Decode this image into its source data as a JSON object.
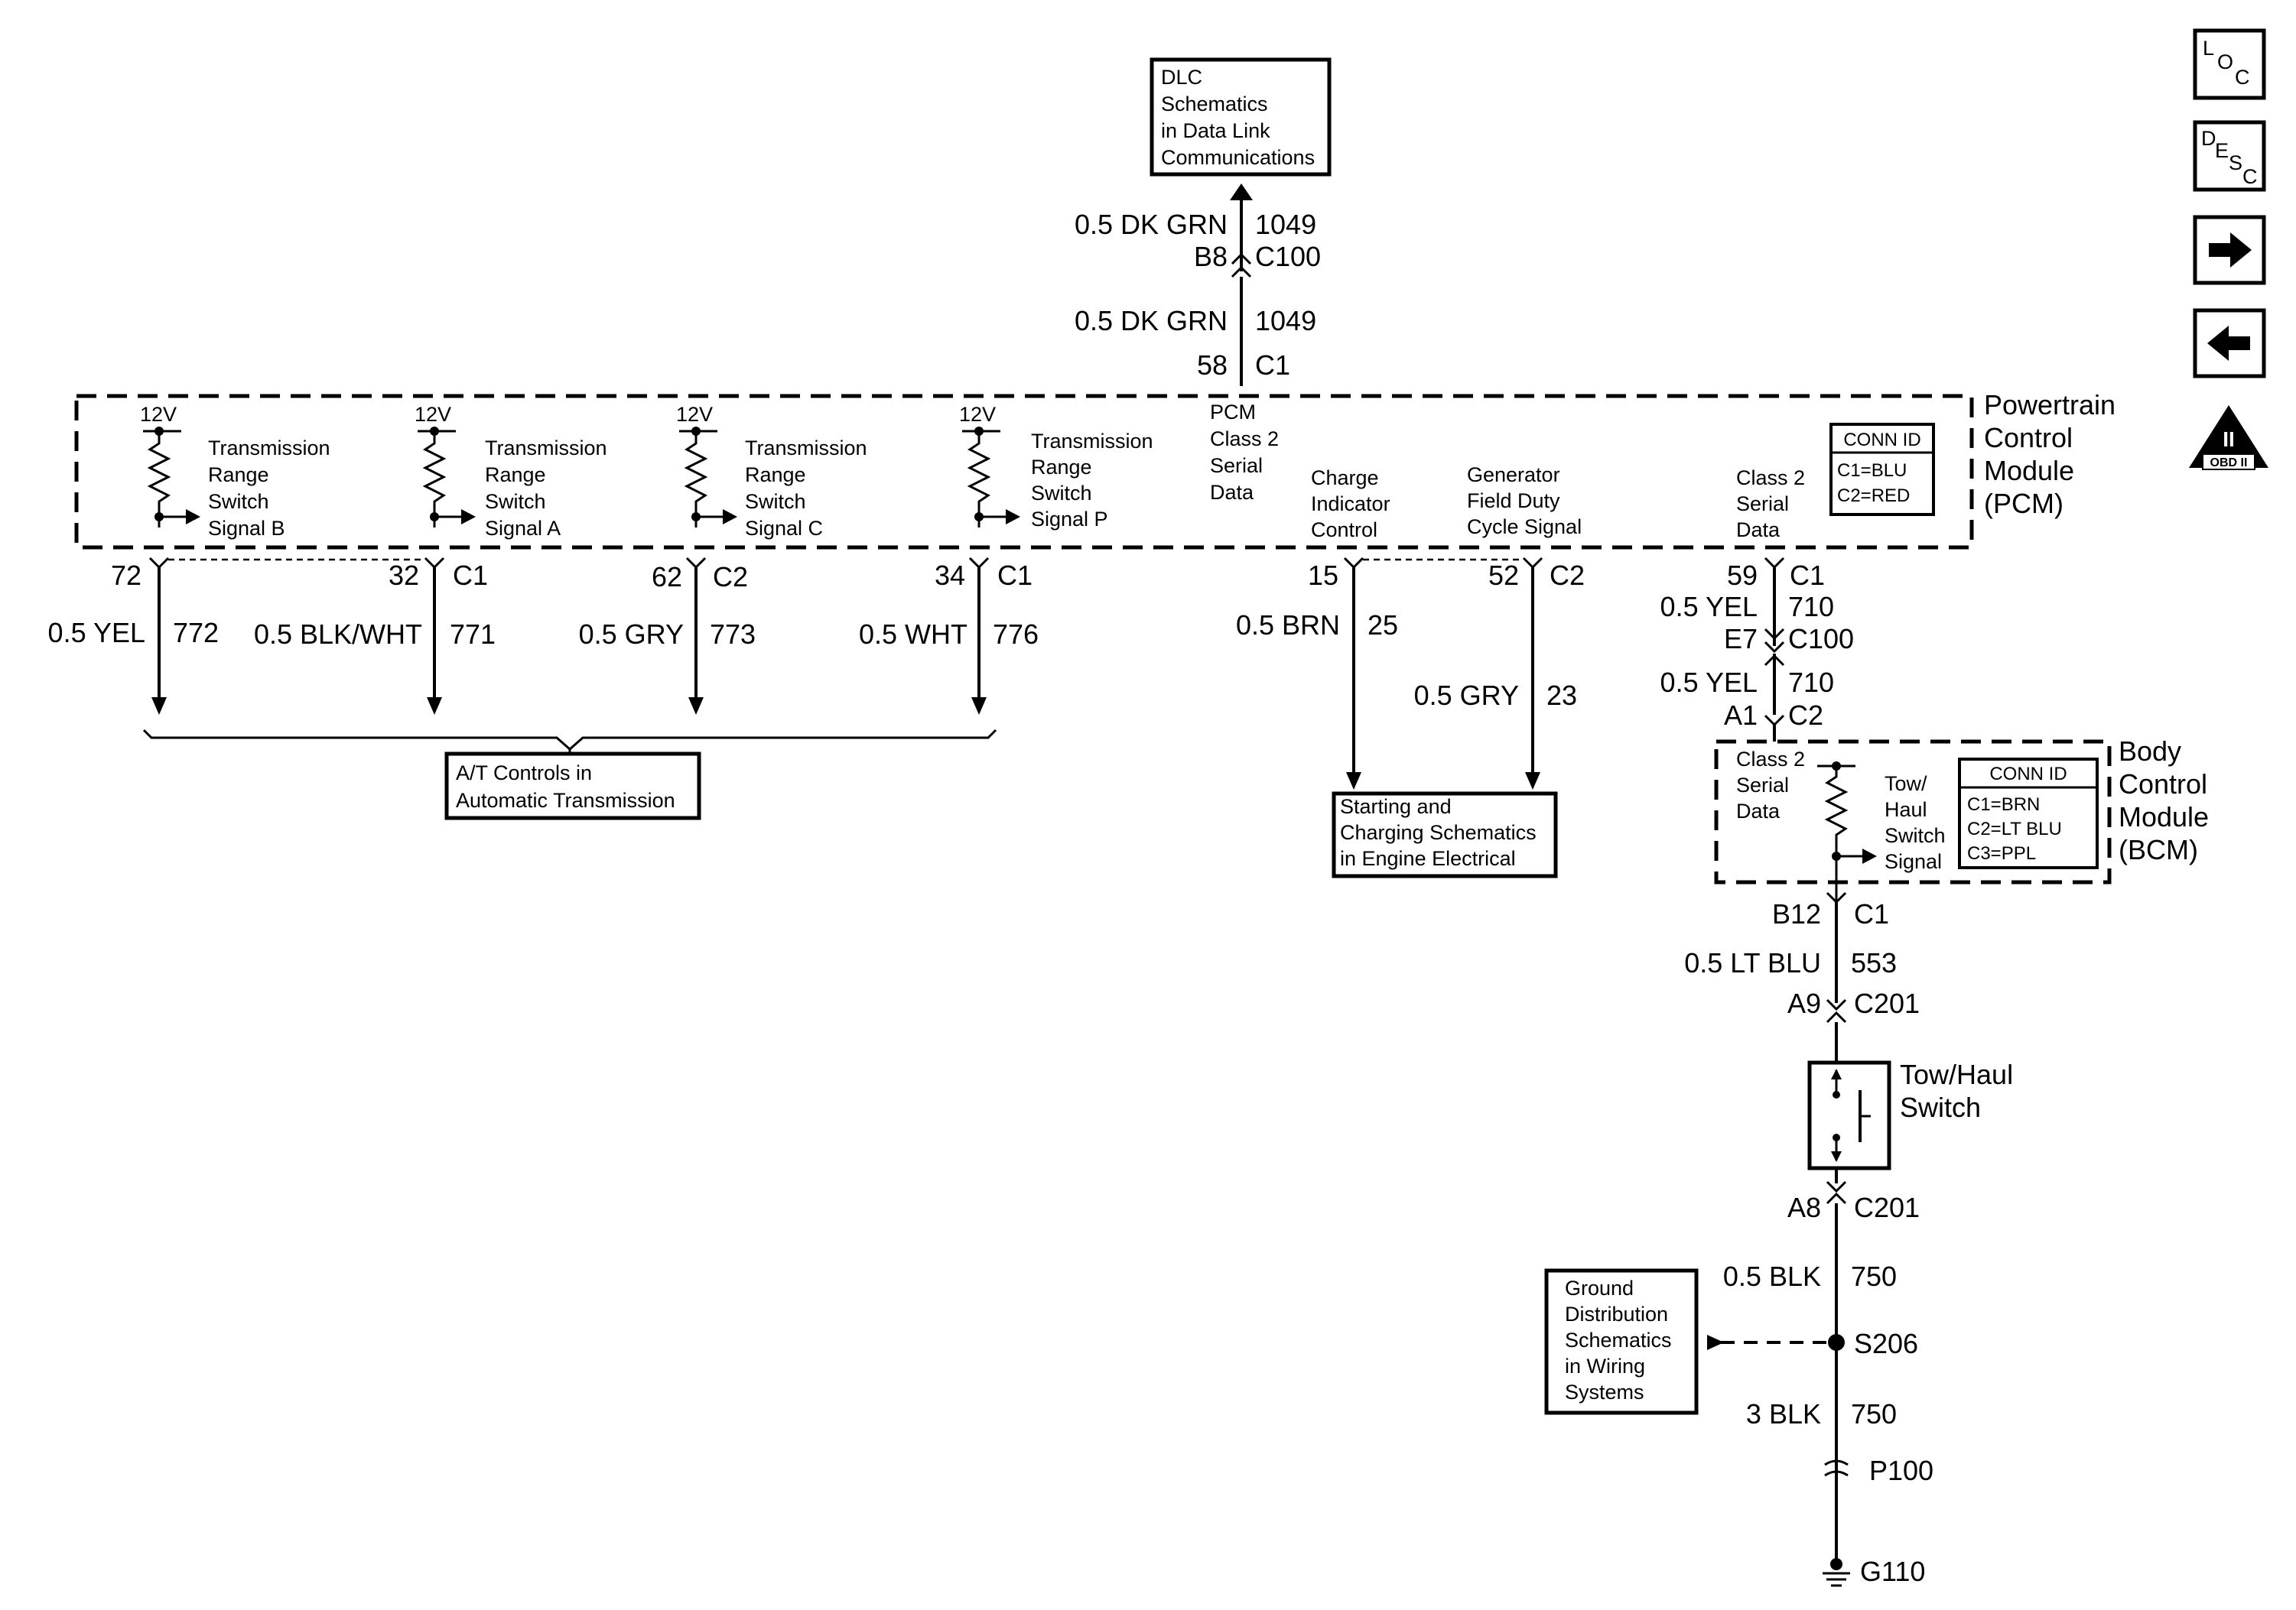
{
  "dlc_ref": [
    "DLC",
    "Schematics",
    "in Data Link",
    "Communications"
  ],
  "dlc_circuit": {
    "upper_wire": "0.5 DK GRN",
    "upper_circuit": "1049",
    "conn_pin": "B8",
    "conn_id": "C100",
    "lower_wire": "0.5 DK GRN",
    "lower_circuit": "1049",
    "pcm_pin": "58",
    "pcm_conn": "C1"
  },
  "pcm": {
    "name": [
      "Powertrain",
      "Control",
      "Module",
      "(PCM)"
    ],
    "conn_id_title": "CONN ID",
    "conn_ids": [
      "C1=BLU",
      "C2=RED"
    ],
    "voltage": "12V",
    "signals": [
      {
        "label": [
          "Transmission",
          "Range",
          "Switch",
          "Signal B"
        ],
        "pin": "72",
        "conn": "",
        "wire": "0.5 YEL",
        "circuit": "772"
      },
      {
        "label": [
          "Transmission",
          "Range",
          "Switch",
          "Signal A"
        ],
        "pin": "32",
        "conn": "C1",
        "wire": "0.5 BLK/WHT",
        "circuit": "771"
      },
      {
        "label": [
          "Transmission",
          "Range",
          "Switch",
          "Signal C"
        ],
        "pin": "62",
        "conn": "C2",
        "wire": "0.5 GRY",
        "circuit": "773"
      },
      {
        "label": [
          "Transmission",
          "Range",
          "Switch",
          "Signal P"
        ],
        "pin": "34",
        "conn": "C1",
        "wire": "0.5 WHT",
        "circuit": "776"
      }
    ],
    "serial_label": [
      "PCM",
      "Class 2",
      "Serial",
      "Data"
    ],
    "charge": {
      "label": [
        "Charge",
        "Indicator",
        "Control"
      ],
      "pin": "15",
      "wire": "0.5 BRN",
      "circuit": "25"
    },
    "generator": {
      "label": [
        "Generator",
        "Field Duty",
        "Cycle Signal"
      ],
      "pin": "52",
      "conn": "C2",
      "wire": "0.5 GRY",
      "circuit": "23"
    },
    "class2": {
      "label": [
        "Class 2",
        "Serial",
        "Data"
      ],
      "pin": "59",
      "conn": "C1"
    }
  },
  "at_ref": [
    "A/T Controls in",
    "Automatic Transmission"
  ],
  "starting_ref": [
    "Starting and",
    "Charging Schematics",
    "in Engine Electrical"
  ],
  "class2_path": {
    "wire1": "0.5 YEL",
    "circuit1": "710",
    "conn_pin": "E7",
    "conn_id": "C100",
    "wire2": "0.5 YEL",
    "circuit2": "710",
    "bcm_pin": "A1",
    "bcm_conn": "C2"
  },
  "bcm": {
    "name": [
      "Body",
      "Control",
      "Module",
      "(BCM)"
    ],
    "conn_id_title": "CONN ID",
    "conn_ids": [
      "C1=BRN",
      "C2=LT BLU",
      "C3=PPL"
    ],
    "class2_label": [
      "Class 2",
      "Serial",
      "Data"
    ],
    "tow_label": [
      "Tow/",
      "Haul",
      "Switch",
      "Signal"
    ]
  },
  "tow_path": {
    "bcm_pin": "B12",
    "bcm_conn": "C1",
    "wire": "0.5 LT BLU",
    "circuit": "553",
    "sw_pin_top": "A9",
    "sw_conn_top": "C201",
    "switch_name": [
      "Tow/Haul",
      "Switch"
    ],
    "sw_pin_bot": "A8",
    "sw_conn_bot": "C201",
    "wire_blk": "0.5 BLK",
    "circuit_blk": "750",
    "splice": "S206",
    "wire_blk2": "3 BLK",
    "circuit_blk2": "750",
    "pass_through": "P100",
    "ground": "G110"
  },
  "ground_ref": [
    "Ground",
    "Distribution",
    "Schematics",
    "in Wiring",
    "Systems"
  ],
  "nav": {
    "loc": [
      "L",
      "O",
      "C"
    ],
    "desc": [
      "D",
      "E",
      "S",
      "C"
    ],
    "obd_numeral": "II",
    "obd_label": "OBD II"
  }
}
